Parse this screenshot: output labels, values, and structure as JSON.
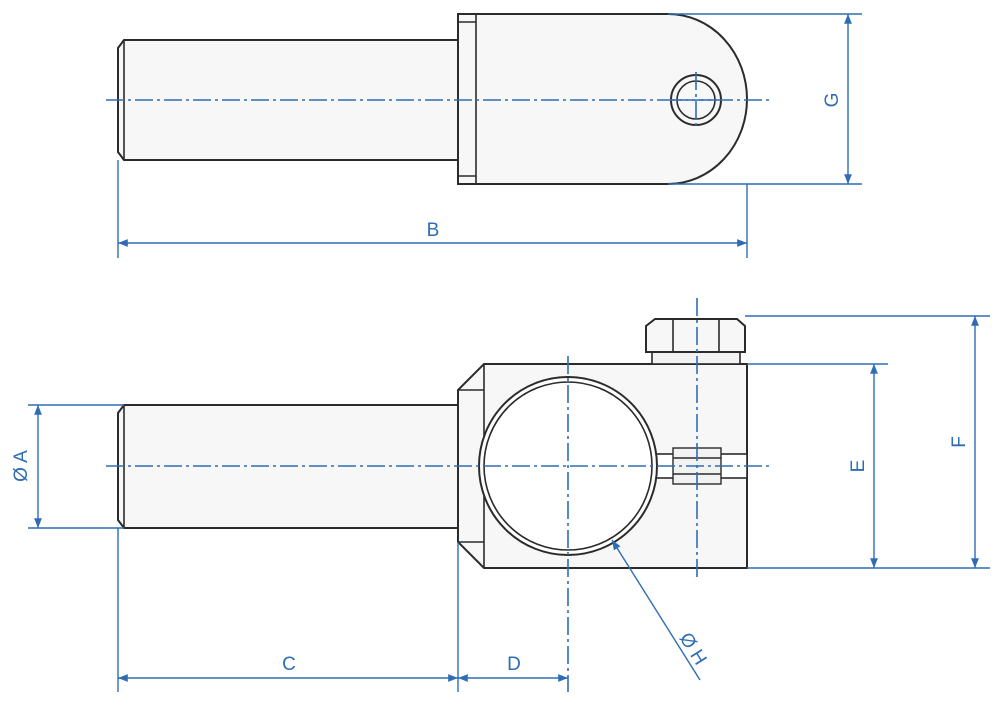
{
  "labels": {
    "g": "G",
    "b": "B",
    "a": "Ø A",
    "c": "C",
    "d": "D",
    "e": "E",
    "f": "F",
    "h": "Ø H"
  },
  "colors": {
    "dimension": "#2e6db4",
    "outline": "#2b2b2b",
    "part_fill": "#f7f7f7"
  }
}
